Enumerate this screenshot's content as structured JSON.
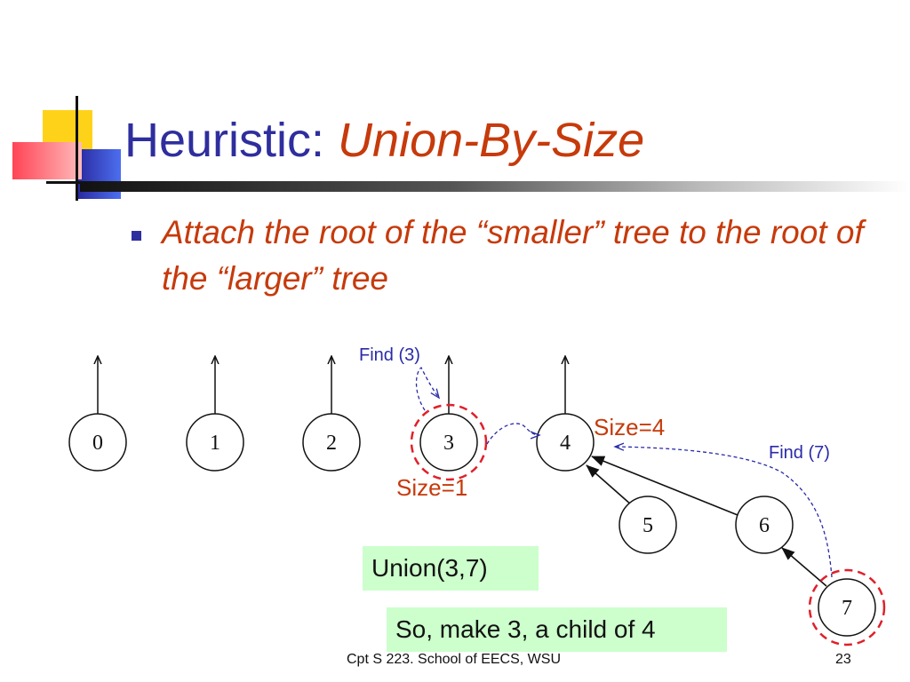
{
  "slide": {
    "title_plain": "Heuristic: ",
    "title_emph": "Union-By-Size",
    "bullet": "Attach the root of the “smaller” tree to the root of the “larger” tree",
    "footer": "Cpt S 223. School of EECS, WSU",
    "page_number": "23"
  },
  "diagram": {
    "nodes": [
      {
        "id": "0",
        "label": "0"
      },
      {
        "id": "1",
        "label": "1"
      },
      {
        "id": "2",
        "label": "2"
      },
      {
        "id": "3",
        "label": "3"
      },
      {
        "id": "4",
        "label": "4"
      },
      {
        "id": "5",
        "label": "5"
      },
      {
        "id": "6",
        "label": "6"
      },
      {
        "id": "7",
        "label": "7"
      }
    ],
    "edges": [
      {
        "from": "5",
        "to": "4"
      },
      {
        "from": "6",
        "to": "4"
      },
      {
        "from": "7",
        "to": "6"
      }
    ],
    "roots": [
      "0",
      "1",
      "2",
      "3",
      "4"
    ],
    "highlighted_nodes": [
      "3",
      "7"
    ],
    "annotations": {
      "find3": "Find (3)",
      "find7": "Find (7)",
      "size4": "Size=4",
      "size1": "Size=1"
    },
    "colors": {
      "highlight": "#e0202a",
      "annotation_blue": "#2a2aa8",
      "annotation_red": "#c63a0b",
      "box_green": "#ccffcc"
    }
  },
  "boxes": {
    "union_call": "Union(3,7)",
    "conclusion": "So, make 3, a child of 4"
  }
}
